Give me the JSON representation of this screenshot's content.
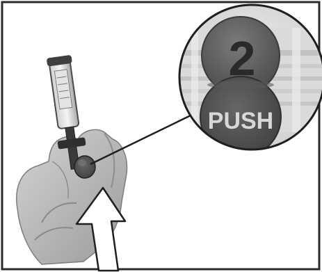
{
  "illustration": {
    "step_number": "2",
    "step_label": "PUSH",
    "icons": [
      "syringe-icon",
      "hand-icon",
      "plunger-button-icon",
      "magnifier-callout",
      "up-arrow-icon"
    ],
    "colors": {
      "frame": "#2a2a2a",
      "button_dark": "#4a4a4a",
      "button_light": "#6b6b6b",
      "label_text": "#d8d8d8",
      "skin": "#b9b9b9",
      "background": "#ffffff"
    }
  }
}
